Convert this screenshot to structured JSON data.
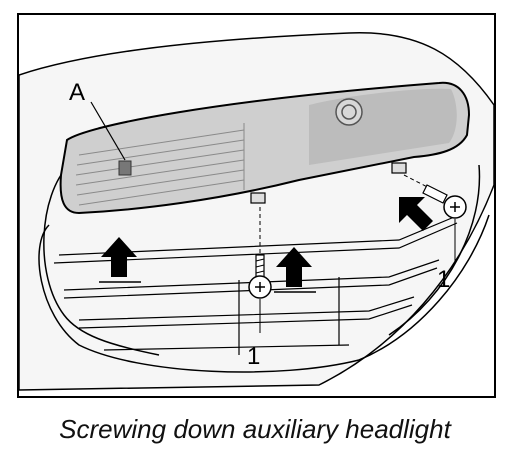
{
  "caption": "Screwing down auxiliary headlight",
  "callouts": {
    "part_a": "A",
    "screw_center": "1",
    "screw_right": "1"
  },
  "colors": {
    "line": "#000000",
    "lamp_fill": "#c8c8c8",
    "lamp_shade": "#b0b0b0",
    "background": "#ffffff"
  }
}
